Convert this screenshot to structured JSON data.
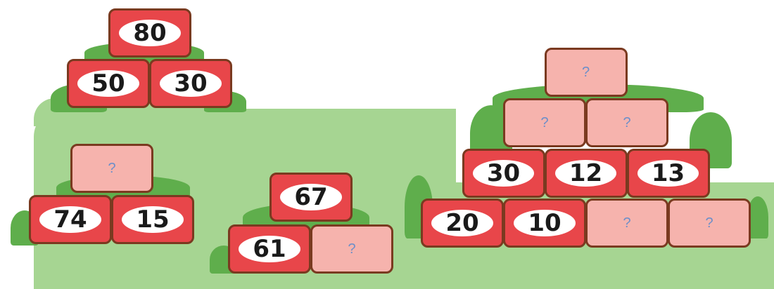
{
  "colors": {
    "brick_filled": "#e8464a",
    "brick_blank": "#f6b3ad",
    "brick_border": "#7a3a20",
    "grass": "#9ed089",
    "grass_dark": "#5fae4c",
    "question_mark": "#6e8fc9"
  },
  "pyramids": [
    {
      "name": "pyramid-a",
      "rows": [
        [
          "80"
        ],
        [
          "50",
          "30"
        ]
      ]
    },
    {
      "name": "pyramid-b",
      "rows": [
        [
          "?"
        ],
        [
          "74",
          "15"
        ]
      ]
    },
    {
      "name": "pyramid-c",
      "rows": [
        [
          "67"
        ],
        [
          "61",
          "?"
        ]
      ]
    },
    {
      "name": "pyramid-d",
      "rows": [
        [
          "?"
        ],
        [
          "?",
          "?"
        ],
        [
          "30",
          "12",
          "13"
        ],
        [
          "20",
          "10",
          "?",
          "?"
        ]
      ]
    }
  ]
}
